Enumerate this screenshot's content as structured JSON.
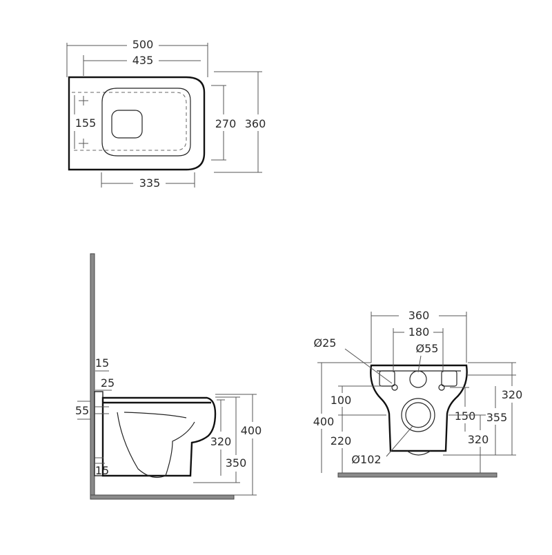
{
  "top_view": {
    "width_500": "500",
    "width_435": "435",
    "width_335": "335",
    "height_155": "155",
    "height_270": "270",
    "height_360": "360"
  },
  "side_view": {
    "d15_top": "15",
    "d25": "25",
    "d55": "55",
    "d15_bottom": "15",
    "d320": "320",
    "d350": "350",
    "d400": "400"
  },
  "rear_view": {
    "w360": "360",
    "w180": "180",
    "dia25": "Ø25",
    "dia55": "Ø55",
    "dia102": "Ø102",
    "h100": "100",
    "h400": "400",
    "h220": "220",
    "h150": "150",
    "h320_inner": "320",
    "h320_outer": "320",
    "h355": "355"
  }
}
